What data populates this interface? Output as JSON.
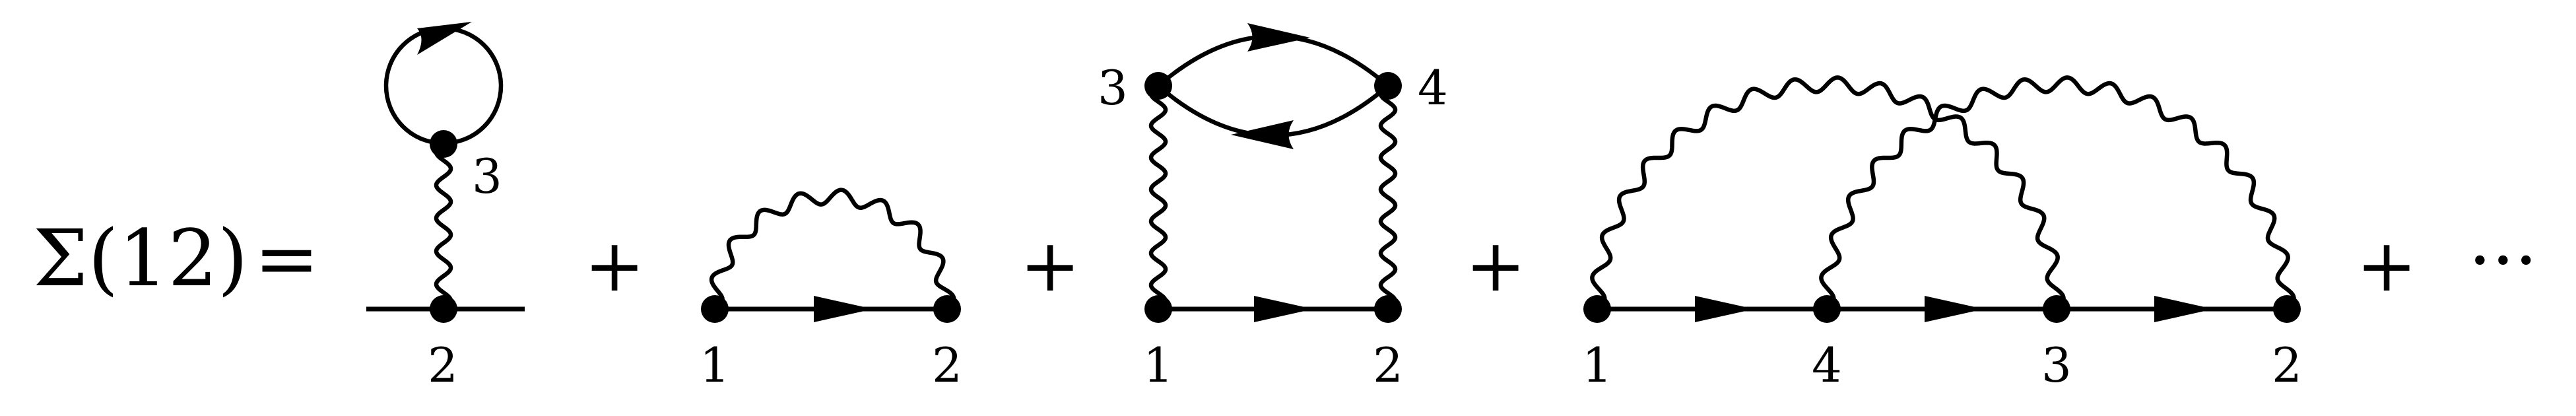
{
  "equation": {
    "lhs": "Σ(12)",
    "equals": "=",
    "plus": "+",
    "ellipsis": "···"
  },
  "diagrams": [
    {
      "name": "tadpole",
      "labels": {
        "vertex_top": "3",
        "vertex_bottom": "2"
      }
    },
    {
      "name": "exchange",
      "labels": {
        "left": "1",
        "right": "2"
      }
    },
    {
      "name": "bubble",
      "labels": {
        "top_left": "3",
        "top_right": "4",
        "bottom_left": "1",
        "bottom_right": "2"
      }
    },
    {
      "name": "crossed",
      "labels": {
        "v1": "1",
        "v2": "4",
        "v3": "3",
        "v4": "2"
      }
    }
  ]
}
